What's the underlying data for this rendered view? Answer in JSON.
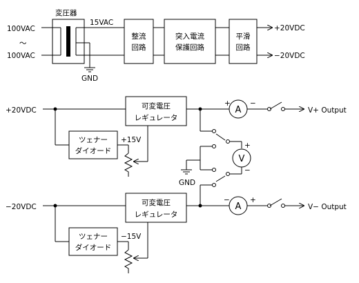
{
  "labels": {
    "in_top": "100VAC",
    "in_tilde": "～",
    "in_bottom": "100VAC",
    "transformer": "変圧器",
    "sec_voltage": "15VAC",
    "gnd_top": "GND",
    "out_pos": "+20VDC",
    "out_neg": "−20VDC",
    "bus_pos": "+20VDC",
    "bus_neg": "−20VDC",
    "v_pos_out": "V+ Output",
    "v_neg_out": "V− Output",
    "zener_ref_pos": "+15V",
    "zener_ref_neg": "−15V",
    "gnd_meter": "GND",
    "plus": "+",
    "minus": "−"
  },
  "blocks": {
    "rect": [
      "整流",
      "回路"
    ],
    "inrush": [
      "突入電流",
      "保護回路"
    ],
    "smooth": [
      "平滑",
      "回路"
    ],
    "reg_pos": [
      "可変電圧",
      "レギュレータ"
    ],
    "reg_neg": [
      "可変電圧",
      "レギュレータ"
    ],
    "zener_pos": [
      "ツェナー",
      "ダイオード"
    ],
    "zener_neg": [
      "ツェナー",
      "ダイオード"
    ]
  },
  "meters": {
    "ammeter": "A",
    "voltmeter": "V"
  }
}
